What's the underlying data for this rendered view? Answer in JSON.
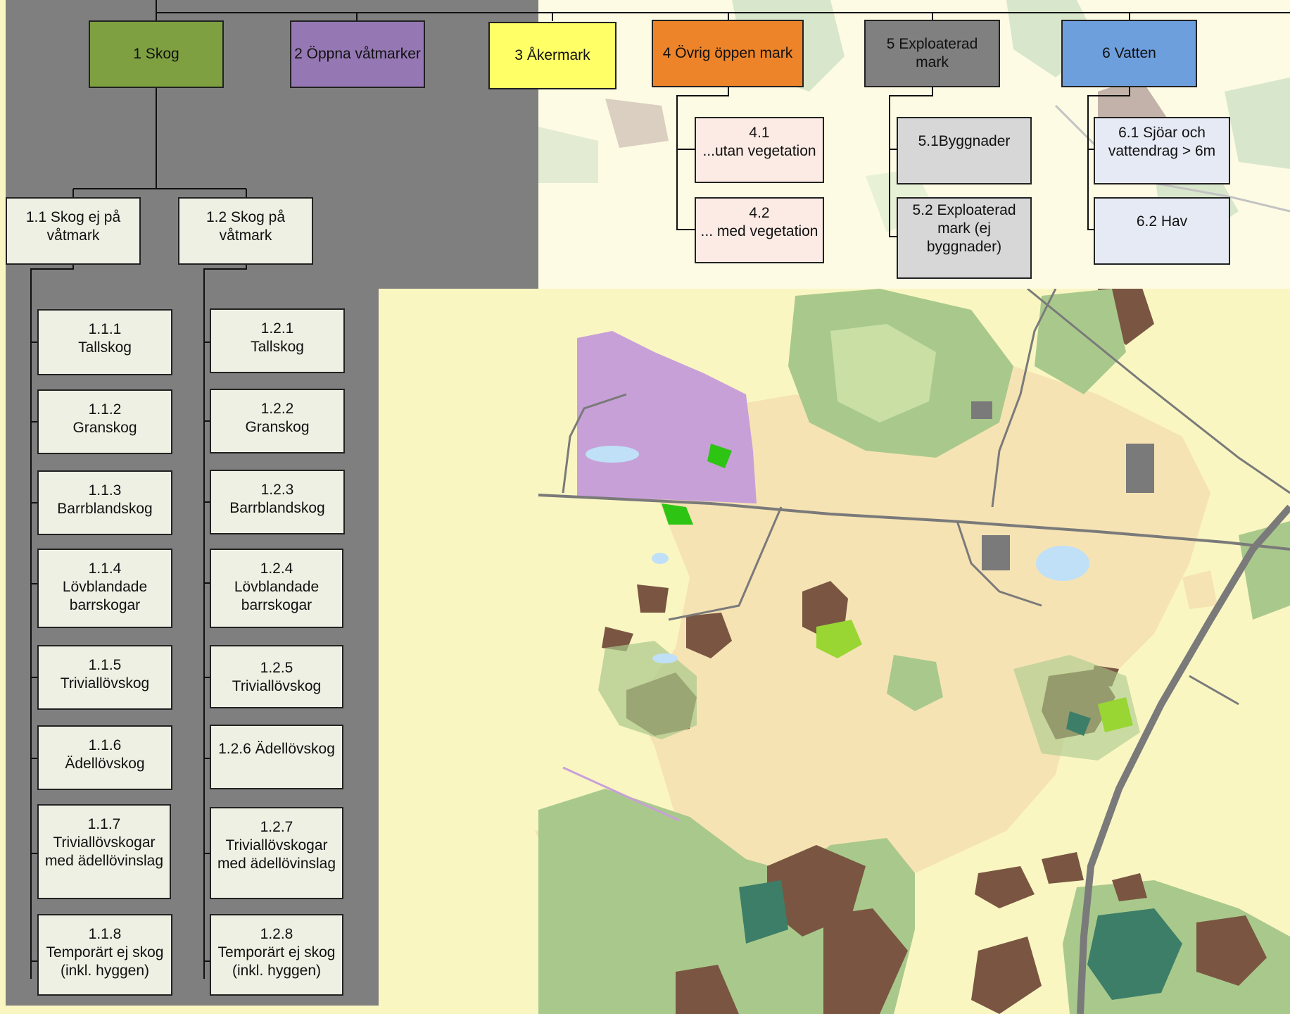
{
  "colors": {
    "skog": "#7ea041",
    "vatmark": "#9578b3",
    "aker": "#ffff66",
    "ovrig": "#ee842a",
    "exploaterad": "#808080",
    "vatten": "#6e9fdd",
    "forest_sub": "#eef0e4",
    "open_sub": "#fcebe4",
    "exp_sub": "#d7d7d7",
    "water_sub": "#e6eaf4",
    "panel": "#7f7f7f",
    "map_farmland": "#faf6c2",
    "map_open": "#f6e3b4",
    "map_conifer": "#7a5642",
    "map_mixed": "#a9c98c",
    "map_young": "#c9dfa4",
    "map_deciduous": "#99d634",
    "map_noble": "#2ec414",
    "map_wetland_forest": "#3d7e68",
    "map_wetland": "#c8a0d8",
    "map_water": "#bfe0f7",
    "map_road": "#7a7a7a"
  },
  "classes": {
    "c1": "1 Skog",
    "c2": "2 Öppna våtmarker",
    "c3": "3 Åkermark",
    "c4": "4 Övrig öppen mark",
    "c5": "5 Exploaterad mark",
    "c6": "6 Vatten"
  },
  "forest": {
    "s11": "1.1 Skog ej på\nvåtmark",
    "s12": "1.2 Skog på\nvåtmark",
    "col1": [
      "1.1.1\nTallskog",
      "1.1.2\nGranskog",
      "1.1.3\nBarrblandskog",
      "1.1.4\nLövblandade\nbarrskogar",
      "1.1.5\nTriviallövskog",
      "1.1.6\nÄdellövskog",
      "1.1.7\nTriviallövskogar\nmed ädellövinslag",
      "1.1.8\nTemporärt ej skog\n(inkl. hyggen)"
    ],
    "col2": [
      "1.2.1\nTallskog",
      "1.2.2\nGranskog",
      "1.2.3\nBarrblandskog",
      "1.2.4\nLövblandade\nbarrskogar",
      "1.2.5 Triviallövskog",
      "1.2.6 Ädellövskog",
      "1.2.7\nTriviallövskogar\nmed ädellövinslag",
      "1.2.8\nTemporärt ej skog\n(inkl. hyggen)"
    ]
  },
  "open": {
    "s41": "4.1\n...utan vegetation",
    "s42": "4.2\n... med vegetation"
  },
  "exploited": {
    "s51": "5.1Byggnader",
    "s52": "5.2 Exploaterad\nmark (ej\nbyggnader)"
  },
  "water": {
    "s61": "6.1 Sjöar och\nvattendrag  > 6m",
    "s62": "6.2 Hav"
  }
}
